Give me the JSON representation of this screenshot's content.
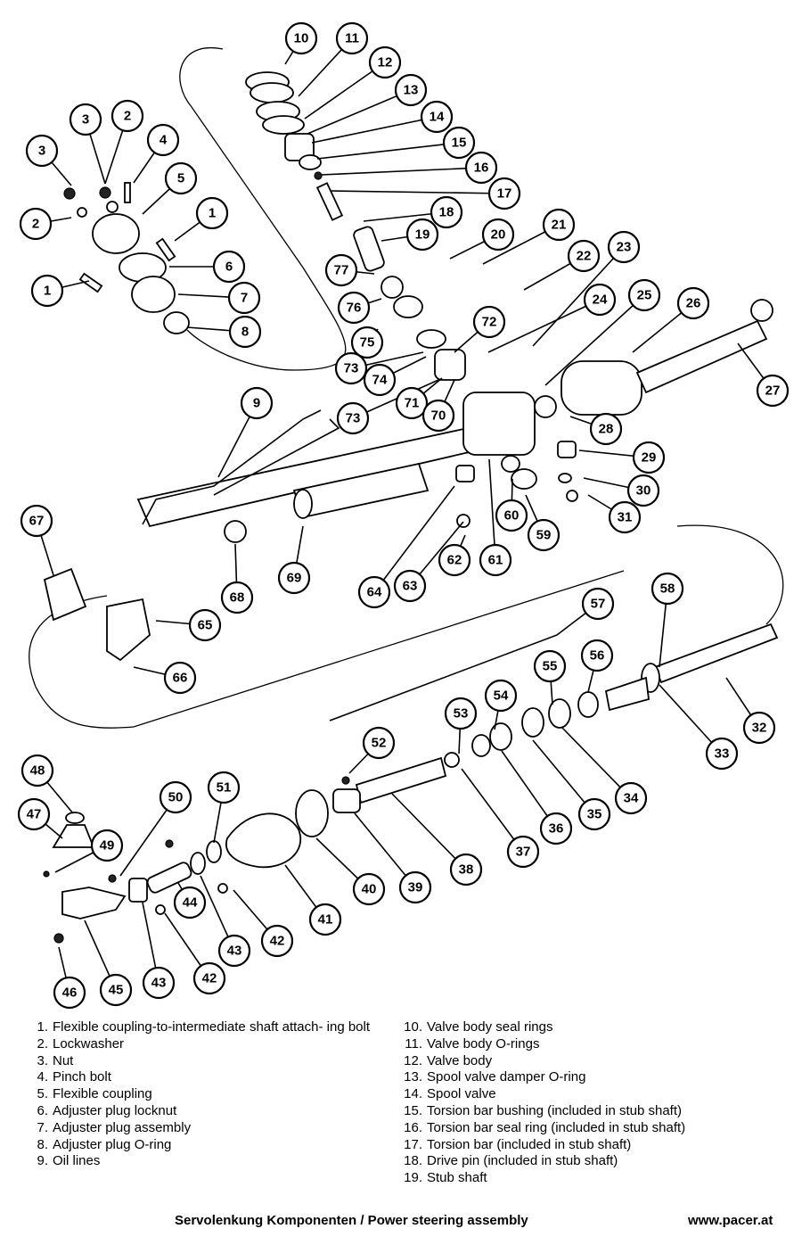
{
  "callouts": [
    {
      "label": "10"
    },
    {
      "label": "11"
    },
    {
      "label": "12"
    },
    {
      "label": "13"
    },
    {
      "label": "14"
    },
    {
      "label": "15"
    },
    {
      "label": "16"
    },
    {
      "label": "17"
    },
    {
      "label": "18"
    },
    {
      "label": "19"
    },
    {
      "label": "20"
    },
    {
      "label": "21"
    },
    {
      "label": "22"
    },
    {
      "label": "23"
    },
    {
      "label": "24"
    },
    {
      "label": "25"
    },
    {
      "label": "26"
    },
    {
      "label": "27"
    },
    {
      "label": "28"
    },
    {
      "label": "29"
    },
    {
      "label": "30"
    },
    {
      "label": "31"
    },
    {
      "label": "3"
    },
    {
      "label": "2"
    },
    {
      "label": "4"
    },
    {
      "label": "3"
    },
    {
      "label": "5"
    },
    {
      "label": "2"
    },
    {
      "label": "1"
    },
    {
      "label": "6"
    },
    {
      "label": "1"
    },
    {
      "label": "7"
    },
    {
      "label": "8"
    },
    {
      "label": "77"
    },
    {
      "label": "76"
    },
    {
      "label": "75"
    },
    {
      "label": "72"
    },
    {
      "label": "73"
    },
    {
      "label": "74"
    },
    {
      "label": "73"
    },
    {
      "label": "71"
    },
    {
      "label": "70"
    },
    {
      "label": "9"
    },
    {
      "label": "60"
    },
    {
      "label": "59"
    },
    {
      "label": "61"
    },
    {
      "label": "62"
    },
    {
      "label": "63"
    },
    {
      "label": "64"
    },
    {
      "label": "67"
    },
    {
      "label": "68"
    },
    {
      "label": "69"
    },
    {
      "label": "65"
    },
    {
      "label": "66"
    },
    {
      "label": "57"
    },
    {
      "label": "58"
    },
    {
      "label": "56"
    },
    {
      "label": "55"
    },
    {
      "label": "54"
    },
    {
      "label": "53"
    },
    {
      "label": "52"
    },
    {
      "label": "33"
    },
    {
      "label": "32"
    },
    {
      "label": "34"
    },
    {
      "label": "35"
    },
    {
      "label": "36"
    },
    {
      "label": "37"
    },
    {
      "label": "38"
    },
    {
      "label": "39"
    },
    {
      "label": "40"
    },
    {
      "label": "41"
    },
    {
      "label": "42"
    },
    {
      "label": "43"
    },
    {
      "label": "44"
    },
    {
      "label": "42"
    },
    {
      "label": "43"
    },
    {
      "label": "45"
    },
    {
      "label": "46"
    },
    {
      "label": "47"
    },
    {
      "label": "48"
    },
    {
      "label": "49"
    },
    {
      "label": "50"
    },
    {
      "label": "51"
    }
  ],
  "legend": {
    "left": [
      {
        "num": "1.",
        "text": "Flexible coupling-to-intermediate shaft attach- ing bolt"
      },
      {
        "num": "2.",
        "text": "Lockwasher"
      },
      {
        "num": "3.",
        "text": "Nut"
      },
      {
        "num": "4.",
        "text": "Pinch bolt"
      },
      {
        "num": "5.",
        "text": "Flexible coupling"
      },
      {
        "num": "6.",
        "text": "Adjuster plug locknut"
      },
      {
        "num": "7.",
        "text": "Adjuster plug assembly"
      },
      {
        "num": "8.",
        "text": "Adjuster plug O-ring"
      },
      {
        "num": "9.",
        "text": "Oil lines"
      }
    ],
    "right": [
      {
        "num": "10.",
        "text": "Valve body seal rings"
      },
      {
        "num": "11.",
        "text": "Valve body O-rings"
      },
      {
        "num": "12.",
        "text": "Valve body"
      },
      {
        "num": "13.",
        "text": "Spool valve damper O-ring"
      },
      {
        "num": "14.",
        "text": "Spool valve"
      },
      {
        "num": "15.",
        "text": "Torsion bar bushing (included in stub shaft)"
      },
      {
        "num": "16.",
        "text": "Torsion bar seal ring (included in stub shaft)"
      },
      {
        "num": "17.",
        "text": "Torsion bar (included in stub shaft)"
      },
      {
        "num": "18.",
        "text": "Drive pin (included in stub shaft)"
      },
      {
        "num": "19.",
        "text": "Stub shaft"
      }
    ]
  },
  "footer": {
    "title": "Servolenkung Komponenten / Power steering assembly",
    "url": "www.pacer.at"
  }
}
